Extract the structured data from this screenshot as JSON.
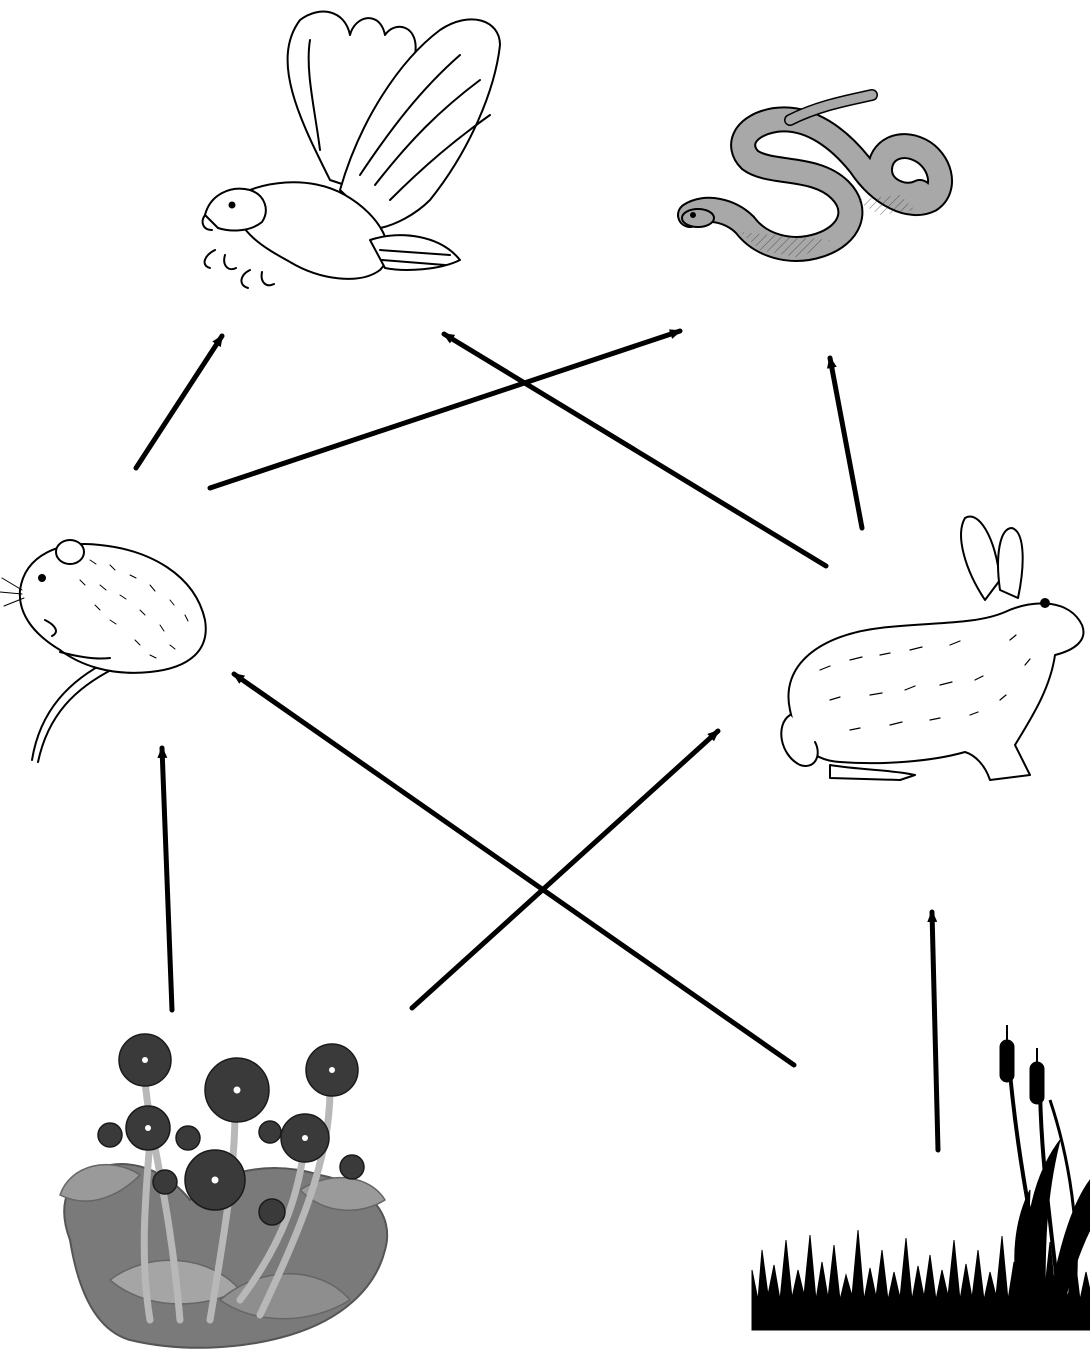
{
  "diagram": {
    "type": "food-web",
    "organisms": [
      {
        "id": "eagle",
        "icon": "eagle-icon",
        "style": "line-drawing"
      },
      {
        "id": "snake",
        "icon": "snake-icon",
        "style": "gray-filled"
      },
      {
        "id": "mouse",
        "icon": "mouse-icon",
        "style": "line-drawing"
      },
      {
        "id": "rabbit",
        "icon": "rabbit-icon",
        "style": "line-drawing"
      },
      {
        "id": "flowers",
        "icon": "flowers-icon",
        "style": "gray-silhouette"
      },
      {
        "id": "grass",
        "icon": "grass-icon",
        "style": "black-silhouette"
      }
    ],
    "arrows": [
      {
        "from": "mouse",
        "to": "eagle"
      },
      {
        "from": "mouse",
        "to": "snake"
      },
      {
        "from": "rabbit",
        "to": "eagle"
      },
      {
        "from": "rabbit",
        "to": "snake"
      },
      {
        "from": "flowers",
        "to": "mouse"
      },
      {
        "from": "flowers",
        "to": "rabbit"
      },
      {
        "from": "grass",
        "to": "mouse"
      },
      {
        "from": "grass",
        "to": "rabbit"
      }
    ],
    "colors": {
      "arrow": "#000000",
      "background": "#ffffff",
      "plant_gray": "#8a8a8a",
      "snake_gray": "#a8a8a8"
    }
  }
}
